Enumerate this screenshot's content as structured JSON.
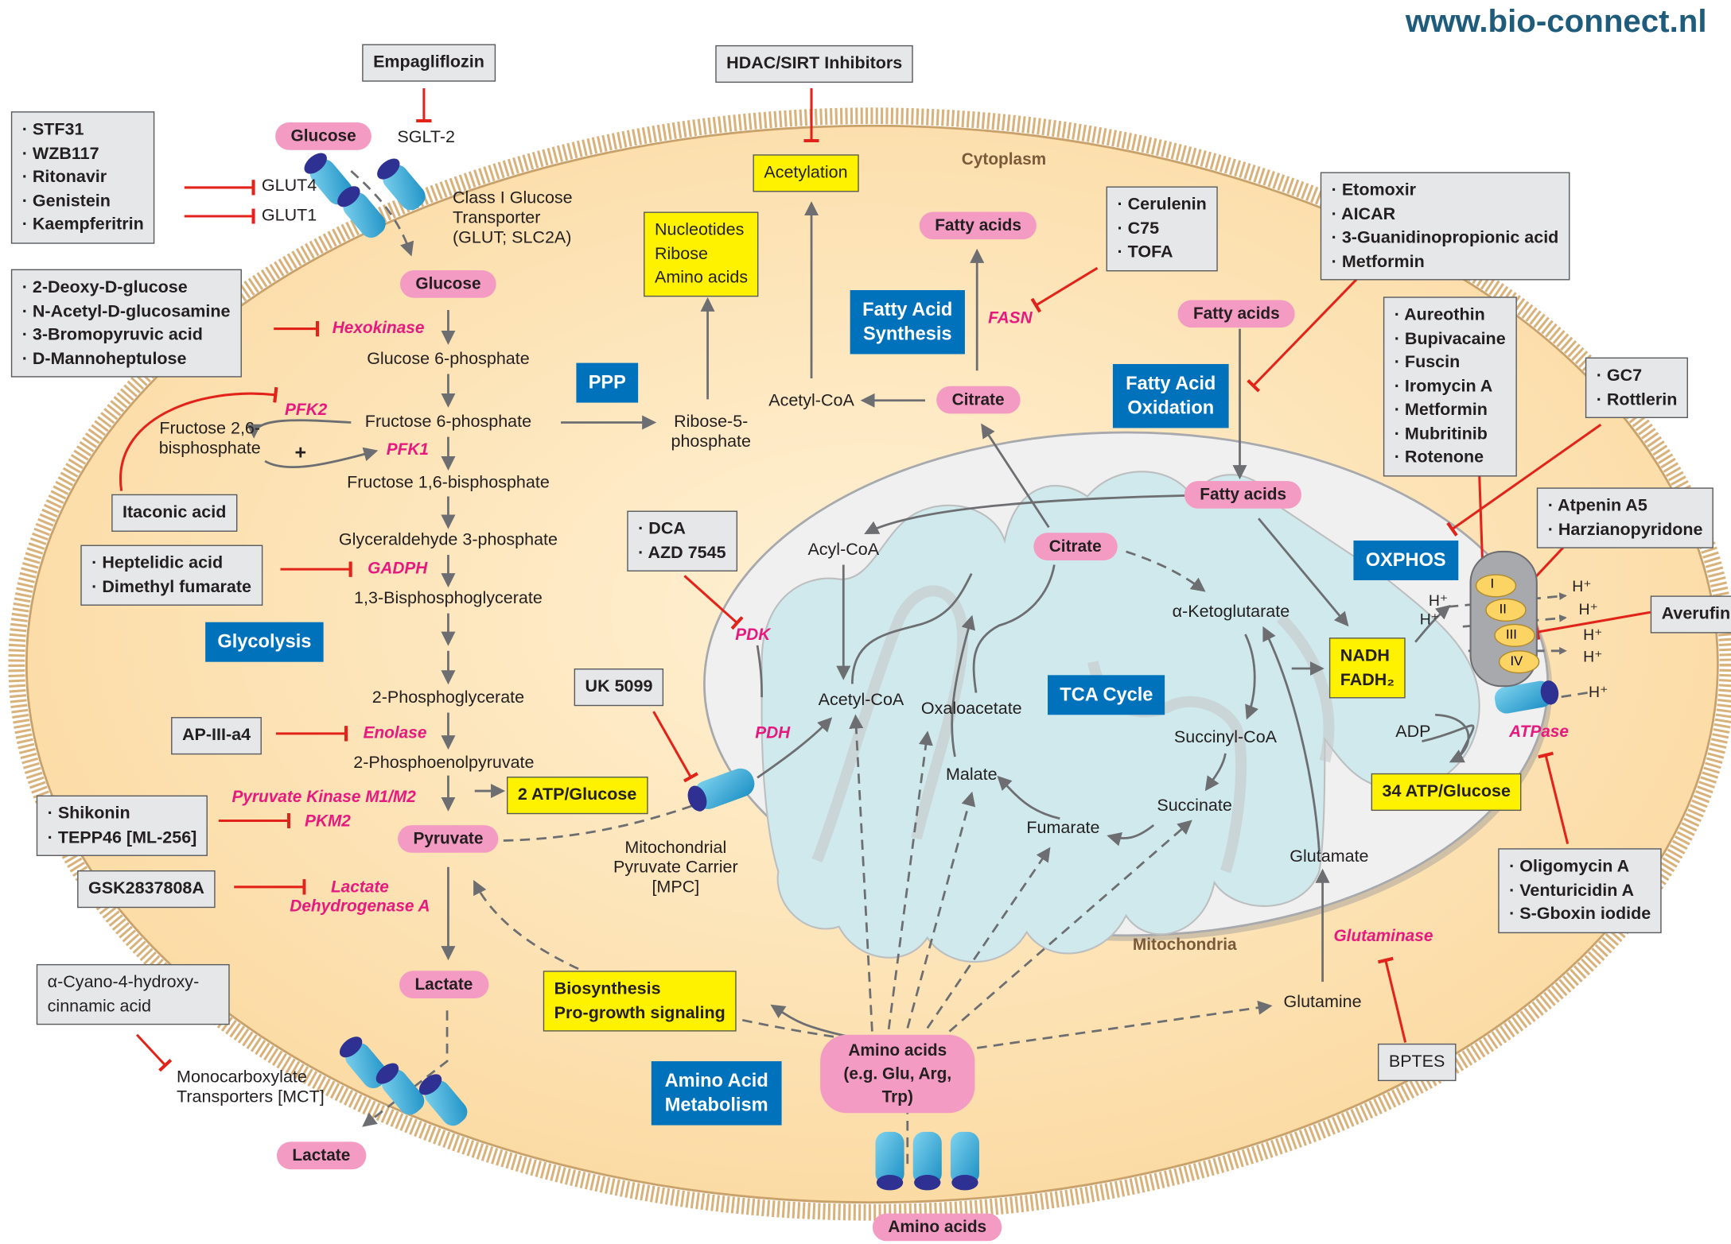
{
  "brand": "www.bio-connect.nl",
  "regions": {
    "cytoplasm": "Cytoplasm",
    "mitochondria": "Mitochondria"
  },
  "pathway_boxes": {
    "glycolysis": "Glycolysis",
    "ppp": "PPP",
    "fatty_acid_synthesis": "Fatty Acid Synthesis",
    "fatty_acid_oxidation": "Fatty Acid Oxidation",
    "oxphos": "OXPHOS",
    "tca_cycle": "TCA Cycle",
    "amino_acid_metabolism": "Amino Acid Metabolism"
  },
  "metabolites": {
    "glucose_out": "Glucose",
    "glucose_in": "Glucose",
    "pyruvate": "Pyruvate",
    "lactate_in": "Lactate",
    "lactate_out": "Lactate",
    "fatty_acids_synth": "Fatty acids",
    "citrate_cyto": "Citrate",
    "fatty_acids_cyto": "Fatty acids",
    "fatty_acids_mito": "Fatty acids",
    "citrate_mito": "Citrate",
    "amino_acids_cyto": "Amino acids (e.g. Glu, Arg, Trp)",
    "amino_acids_out": "Amino acids"
  },
  "steps": {
    "g6p": "Glucose 6-phosphate",
    "f6p": "Fructose 6-phosphate",
    "f16bp": "Fructose 1,6-bisphosphate",
    "g3p": "Glyceraldehyde 3-phosphate",
    "bpg13": "1,3-Bisphosphoglycerate",
    "pg2": "2-Phosphoglycerate",
    "pep": "2-Phosphoenolpyruvate",
    "f26bp": "Fructose 2,6-bisphosphate",
    "plus": "+",
    "r5p": "Ribose-5-phosphate",
    "acetyl_coa_cyto": "Acetyl-CoA",
    "acyl_coa": "Acyl-CoA",
    "acetyl_coa_mito": "Acetyl-CoA",
    "oxaloacetate": "Oxaloacetate",
    "malate": "Malate",
    "fumarate": "Fumarate",
    "succinate": "Succinate",
    "succinyl_coa": "Succinyl-CoA",
    "akg": "α-Ketoglutarate",
    "glutamate": "Glutamate",
    "glutamine": "Glutamine",
    "adp": "ADP",
    "sglt2": "SGLT-2",
    "glut4": "GLUT4",
    "glut1": "GLUT1",
    "glut_label": "Class I Glucose Transporter (GLUT; SLC2A)",
    "mpc_label": "Mitochondrial Pyruvate Carrier [MPC]",
    "mct_label": "Monocarboxylate Transporters [MCT]"
  },
  "enzymes": {
    "hexokinase": "Hexokinase",
    "pfk2": "PFK2",
    "pfk1": "PFK1",
    "gadph": "GADPH",
    "enolase": "Enolase",
    "pk_m1m2": "Pyruvate Kinase M1/M2",
    "pkm2": "PKM2",
    "ldha": "Lactate Dehydrogenase A",
    "pdk": "PDK",
    "pdh": "PDH",
    "fasn": "FASN",
    "glutaminase": "Glutaminase",
    "atpase": "ATPase"
  },
  "products": {
    "acetylation": "Acetylation",
    "nucleotides": [
      "Nucleotides",
      "Ribose",
      "Amino acids"
    ],
    "atp2": "2 ATP/Glucose",
    "atp34": "34 ATP/Glucose",
    "nadh": [
      "NADH",
      "FADH₂"
    ],
    "biosynthesis": [
      "Biosynthesis",
      "Pro-growth signaling"
    ]
  },
  "inhibitors": {
    "empagliflozin": [
      "Empagliflozin"
    ],
    "hdac": [
      "HDAC/SIRT Inhibitors"
    ],
    "glut": [
      "STF31",
      "WZB117",
      "Ritonavir",
      "Genistein",
      "Kaempferitrin"
    ],
    "hexokinase": [
      "2-Deoxy-D-glucose",
      "N-Acetyl-D-glucosamine",
      "3-Bromopyruvic acid",
      "D-Mannoheptulose"
    ],
    "itaconic": [
      "Itaconic acid"
    ],
    "gadph": [
      "Heptelidic acid",
      "Dimethyl fumarate"
    ],
    "enolase": [
      "AP-III-a4"
    ],
    "pkm2": [
      "Shikonin",
      "TEPP46 [ML-256]"
    ],
    "ldha": [
      "GSK2837808A"
    ],
    "mct": [
      "α-Cyano-4-hydroxy-cinnamic acid"
    ],
    "fasn": [
      "Cerulenin",
      "C75",
      "TOFA"
    ],
    "fao": [
      "Etomoxir",
      "AICAR",
      "3-Guanidinopropionic acid",
      "Metformin"
    ],
    "complex1": [
      "Aureothin",
      "Bupivacaine",
      "Fuscin",
      "Iromycin A",
      "Metformin",
      "Mubritinib",
      "Rotenone"
    ],
    "gc7": [
      "GC7",
      "Rottlerin"
    ],
    "complex2": [
      "Atpenin A5",
      "Harzianopyridone"
    ],
    "averufin": [
      "Averufin"
    ],
    "pdk": [
      "DCA",
      "AZD 7545"
    ],
    "mpc": [
      "UK 5099"
    ],
    "atpase": [
      "Oligomycin A",
      "Venturicidin A",
      "S-Gboxin iodide"
    ],
    "glutaminase": [
      "BPTES"
    ]
  },
  "etc": {
    "complexes": [
      "I",
      "II",
      "III",
      "IV"
    ],
    "protons": [
      "H⁺",
      "H⁺",
      "H⁺",
      "H⁺",
      "H⁺",
      "H⁺",
      "H⁺"
    ]
  },
  "colors": {
    "cell_fill": "#fde3b0",
    "membrane": "#c9a16a",
    "mito_fill": "#eeeeee",
    "matrix_fill": "#d3ecee",
    "pill": "#f49bc3",
    "enzyme_text": "#e6197f",
    "pathway_box": "#0072bc",
    "product_box": "#fff200",
    "inhibitor_box": "#e6e7e8",
    "inhibit_line": "#e2231a",
    "arrow": "#6d6e71",
    "transporter": "#29a8d6"
  }
}
